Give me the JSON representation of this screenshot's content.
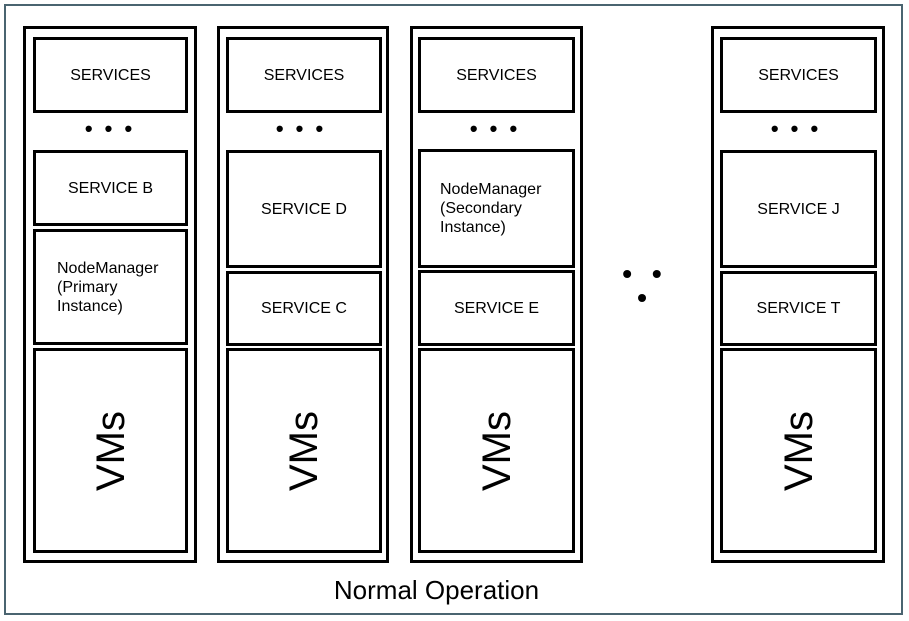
{
  "caption": "Normal Operation",
  "ellipsis": "• • •",
  "nodes": [
    {
      "services": "SERVICES",
      "dots": "• • •",
      "box_a": "SERVICE B",
      "box_b": "NodeManager\n(Primary\nInstance)",
      "vms": "VMs"
    },
    {
      "services": "SERVICES",
      "dots": "• • •",
      "box_a": "SERVICE D",
      "box_b": "SERVICE C",
      "vms": "VMs"
    },
    {
      "services": "SERVICES",
      "dots": "• • •",
      "box_a": "NodeManager\n(Secondary\nInstance)",
      "box_b": "SERVICE E",
      "vms": "VMs"
    },
    {
      "services": "SERVICES",
      "dots": "• • •",
      "box_a": "SERVICE J",
      "box_b": "SERVICE T",
      "vms": "VMs"
    }
  ]
}
